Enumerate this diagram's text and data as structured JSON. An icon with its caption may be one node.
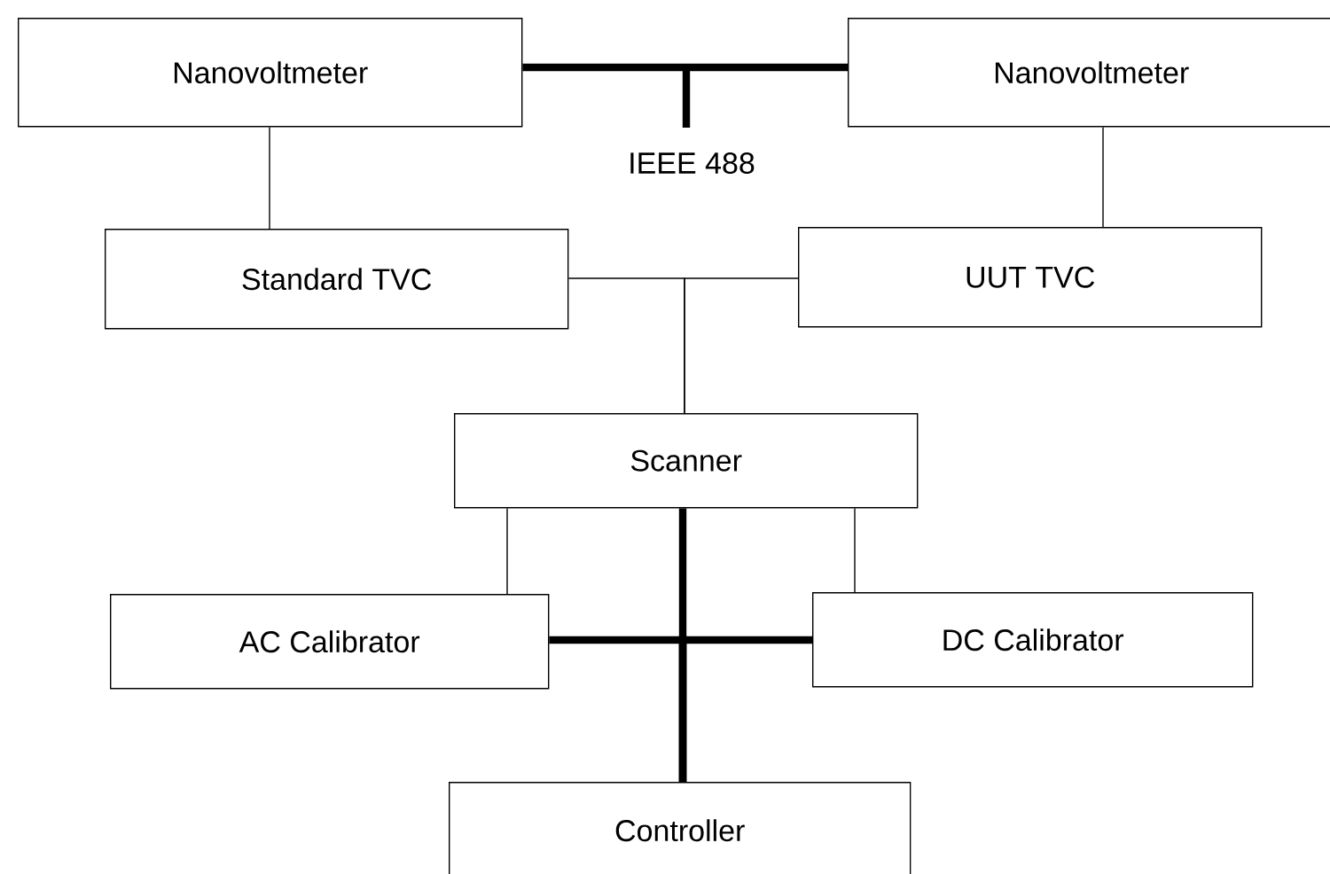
{
  "diagram": {
    "nodes": [
      {
        "text": [
          "Nanovoltmeter"
        ]
      },
      {
        "text": [
          "Nanovoltmeter"
        ]
      },
      {
        "text": [
          "Standard TVC"
        ]
      },
      {
        "text": [
          "UUT TVC"
        ]
      },
      {
        "text": [
          "Scanner"
        ]
      },
      {
        "text": [
          "AC Calibrator"
        ]
      },
      {
        "text": [
          "DC Calibrator"
        ]
      },
      {
        "text": [
          "Controller"
        ]
      }
    ],
    "edges": [
      {
        "from": 0,
        "to": 1,
        "arrow": "none",
        "style": "thick",
        "label": "IEEE 488"
      },
      {
        "from": 0,
        "to": 2,
        "arrow": "none"
      },
      {
        "from": 1,
        "to": 3,
        "arrow": "none"
      },
      {
        "from": 2,
        "to": 4,
        "arrow": "none"
      },
      {
        "from": 3,
        "to": 4,
        "arrow": "none"
      },
      {
        "from": 4,
        "to": 5,
        "arrow": "none"
      },
      {
        "from": 4,
        "to": 6,
        "arrow": "none"
      },
      {
        "from": 4,
        "to": 7,
        "arrow": "none",
        "style": "thick"
      },
      {
        "from": 5,
        "to": 7,
        "arrow": "none",
        "style": "thick"
      },
      {
        "from": 6,
        "to": 7,
        "arrow": "none",
        "style": "thick"
      }
    ]
  }
}
